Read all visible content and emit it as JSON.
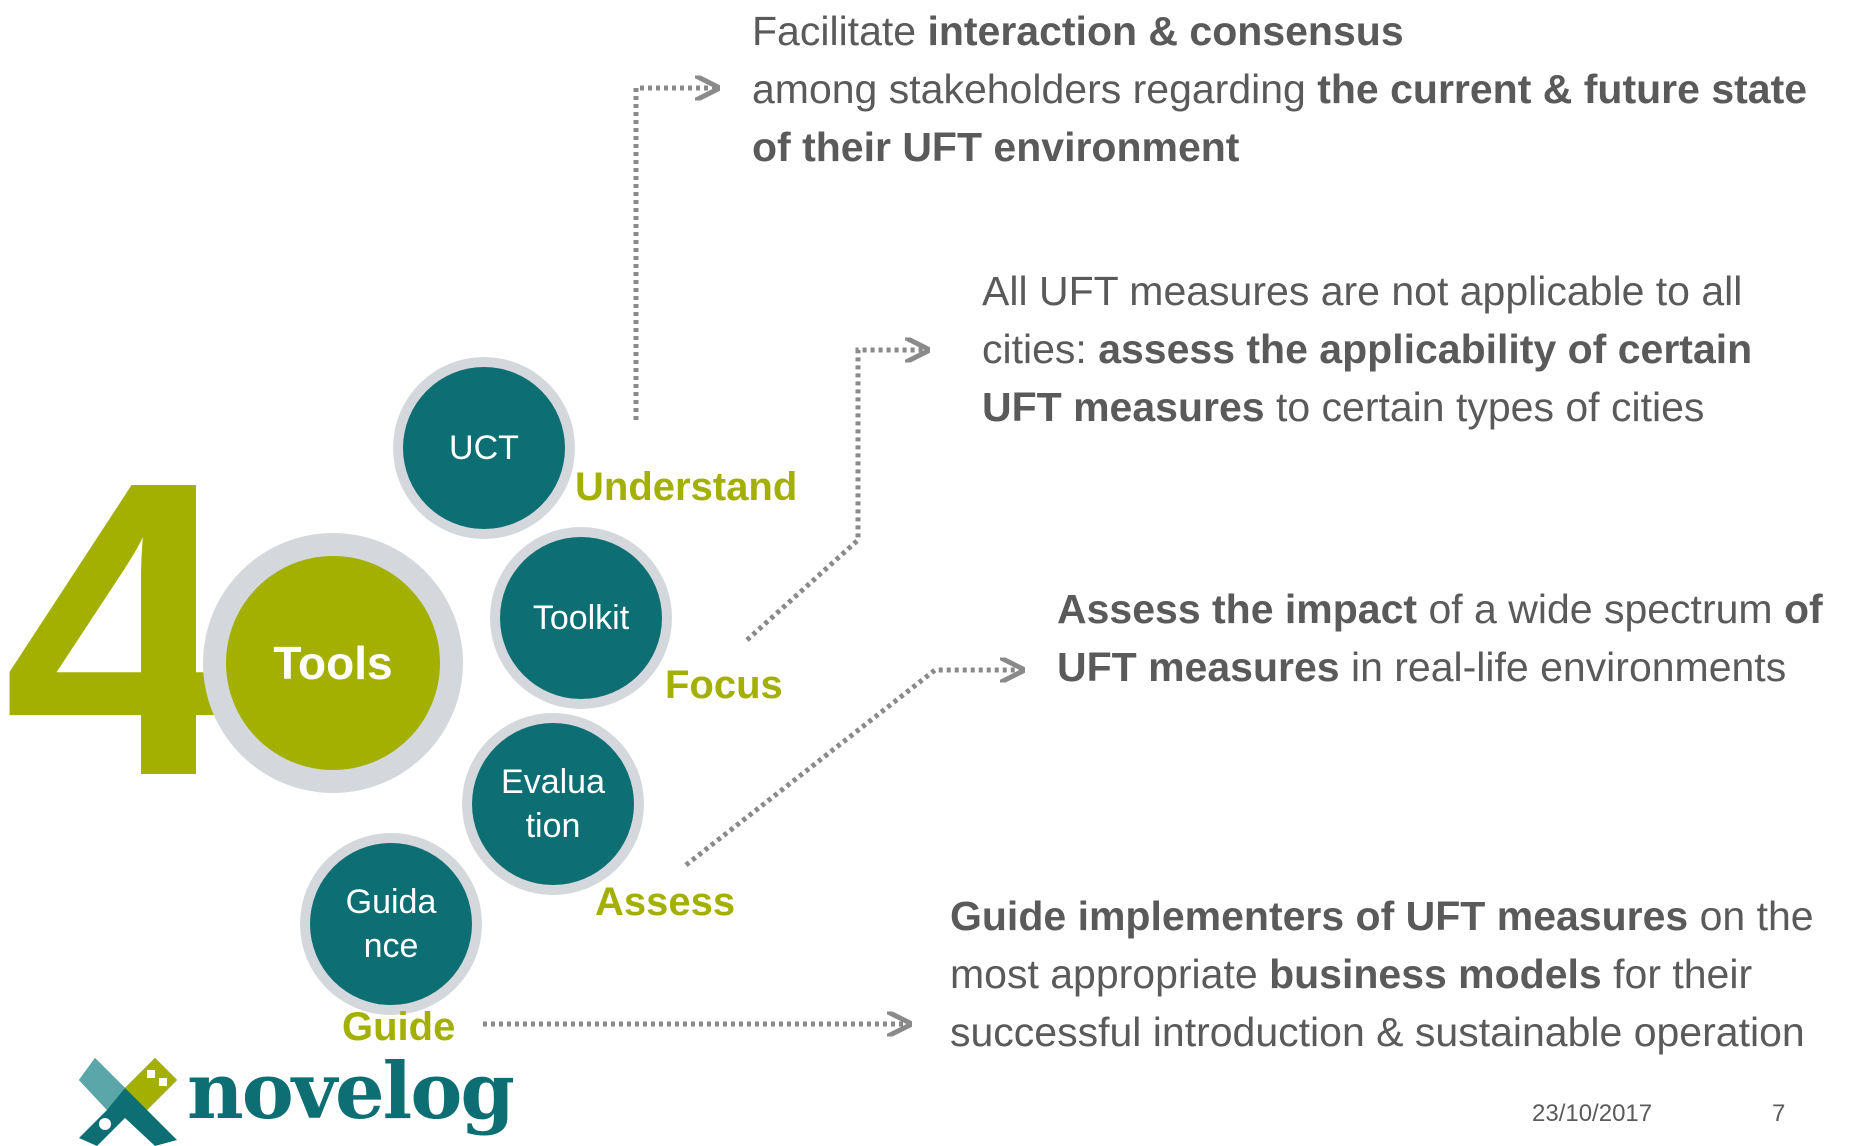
{
  "diagram": {
    "number": "4",
    "center": "Tools",
    "tools": [
      {
        "name": "UCT",
        "label": "Understand"
      },
      {
        "name": "Toolkit",
        "label": "Focus"
      },
      {
        "name": "Evalua tion",
        "label": "Assess"
      },
      {
        "name": "Guida nce",
        "label": "Guide"
      }
    ],
    "descriptions": [
      {
        "parts": [
          {
            "text": "Facilitate ",
            "bold": false
          },
          {
            "text": "interaction & consensus",
            "bold": true
          },
          {
            "text": " among stakeholders regarding ",
            "bold": false
          },
          {
            "text": "the current & future state of their UFT environment",
            "bold": true
          }
        ]
      },
      {
        "parts": [
          {
            "text": "All UFT measures are not applicable to all cities: ",
            "bold": false
          },
          {
            "text": "assess the applicability of certain UFT measures",
            "bold": true
          },
          {
            "text": " to certain types of cities",
            "bold": false
          }
        ]
      },
      {
        "parts": [
          {
            "text": "Assess the impact",
            "bold": true
          },
          {
            "text": " of a wide spectrum ",
            "bold": false
          },
          {
            "text": "of UFT measures",
            "bold": true
          },
          {
            "text": " in real-life environments",
            "bold": false
          }
        ]
      },
      {
        "parts": [
          {
            "text": "Guide implementers of UFT measures",
            "bold": true
          },
          {
            "text": " on the most appropriate ",
            "bold": false
          },
          {
            "text": "business models",
            "bold": true
          },
          {
            "text": " for their successful introduction & sustainable operation",
            "bold": false
          }
        ]
      }
    ]
  },
  "footer": {
    "logo_text": "novelog",
    "date": "23/10/2017",
    "page": "7"
  },
  "colors": {
    "teal": "#0d6f73",
    "olive": "#a3b000",
    "halo": "#d4d8dc",
    "text": "#5a5a5a",
    "connector": "#8a8a8a"
  }
}
